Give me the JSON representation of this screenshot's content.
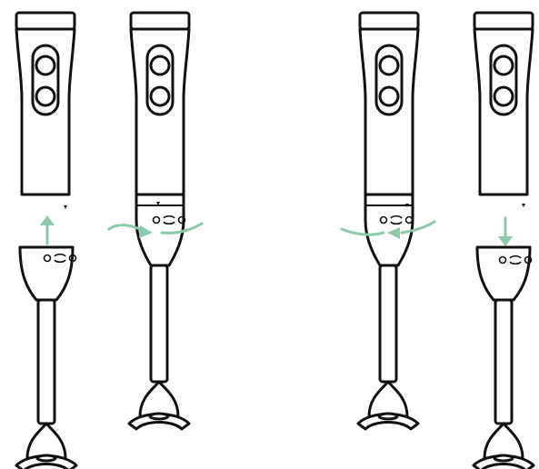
{
  "colors": {
    "outline": "#111111",
    "arrow": "#8cc9ab",
    "background": "#ffffff"
  },
  "steps": [
    {
      "id": "step-1",
      "action": "attach",
      "arrow": "up"
    },
    {
      "id": "step-2",
      "action": "twist-lock",
      "arrow": "right"
    },
    {
      "id": "step-3",
      "action": "twist-unlock",
      "arrow": "left"
    },
    {
      "id": "step-4",
      "action": "detach",
      "arrow": "down"
    }
  ],
  "icons": [
    "lock-icon",
    "rotate-icon",
    "unlock-icon"
  ]
}
